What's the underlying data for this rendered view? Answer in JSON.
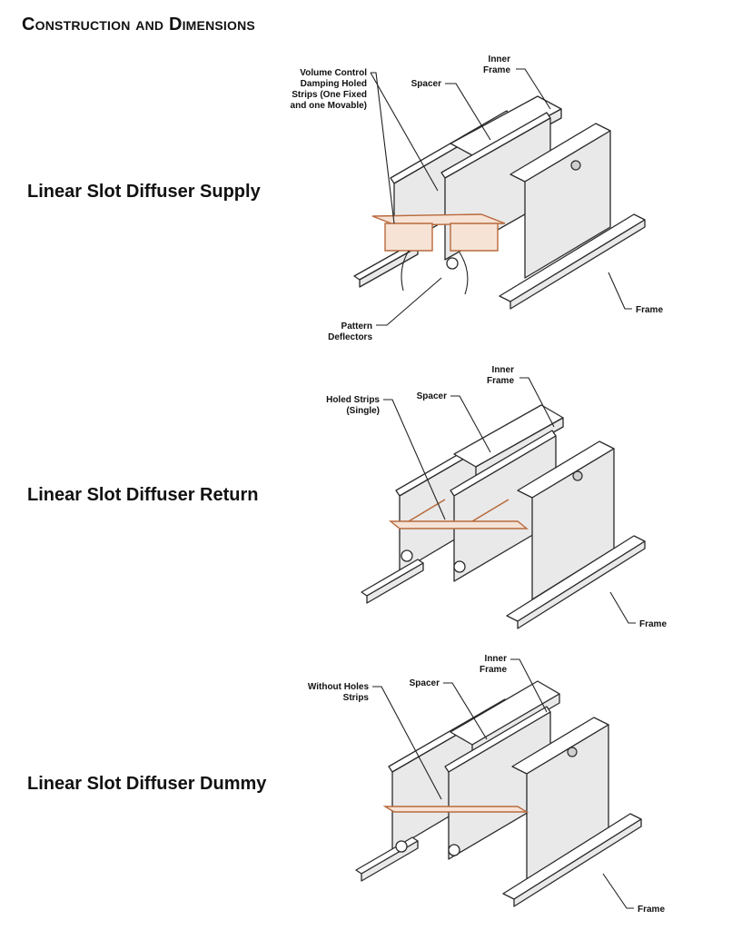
{
  "page": {
    "title": "Construction and Dimensions"
  },
  "colors": {
    "line": "#2a2a2a",
    "strip": "#b86a3c",
    "strip_fill": "#f6e3d6"
  },
  "sections": [
    {
      "title": "Linear Slot Diffuser Supply",
      "labels": {
        "strips": [
          "Volume Control",
          "Damping Holed",
          "Strips (One Fixed",
          "and one Movable)"
        ],
        "spacer": "Spacer",
        "inner_frame": [
          "Inner",
          "Frame"
        ],
        "frame": "Frame",
        "deflectors": [
          "Pattern",
          "Deflectors"
        ]
      }
    },
    {
      "title": "Linear Slot Diffuser Return",
      "labels": {
        "strips": [
          "Holed Strips",
          "(Single)"
        ],
        "spacer": "Spacer",
        "inner_frame": [
          "Inner",
          "Frame"
        ],
        "frame": "Frame"
      }
    },
    {
      "title": "Linear Slot Diffuser Dummy",
      "labels": {
        "strips": [
          "Without Holes",
          "Strips"
        ],
        "spacer": "Spacer",
        "inner_frame": [
          "Inner",
          "Frame"
        ],
        "frame": "Frame"
      }
    }
  ]
}
